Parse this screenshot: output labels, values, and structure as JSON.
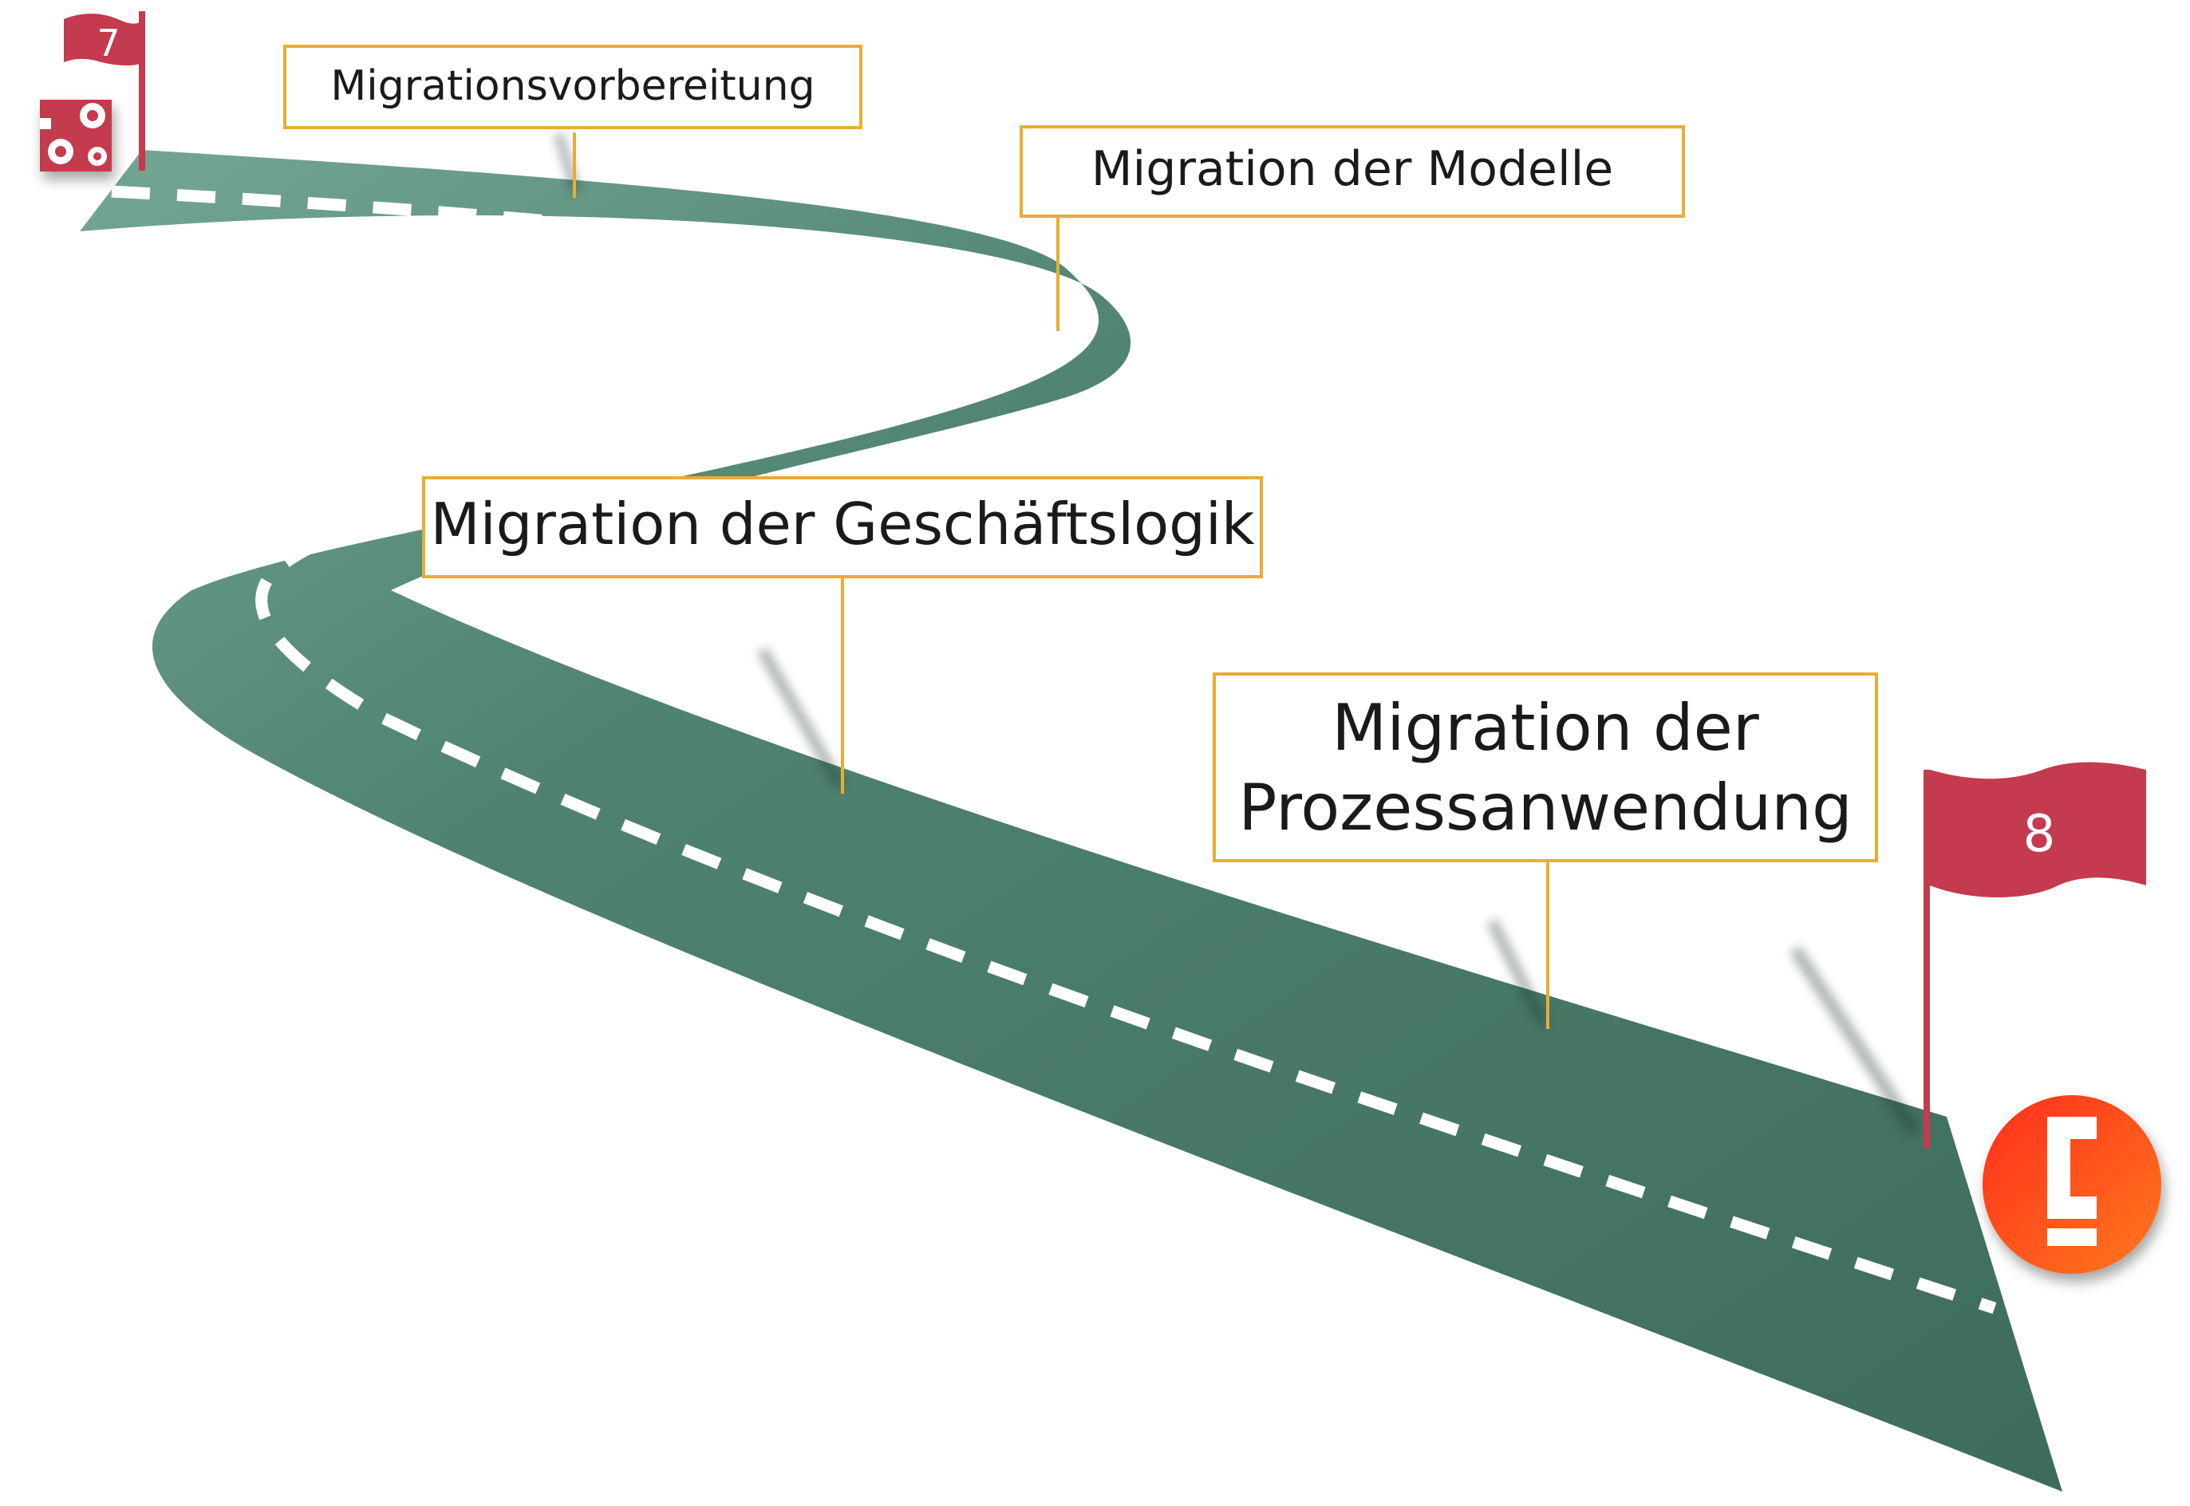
{
  "milestones": {
    "start_flag": "7",
    "end_flag": "8"
  },
  "steps": [
    {
      "label": "Migrationsvorbereitung"
    },
    {
      "label": "Migration der Modelle"
    },
    {
      "label": "Migration der Geschäftslogik"
    },
    {
      "label_line1": "Migration der",
      "label_line2": "Prozessanwendung"
    }
  ],
  "colors": {
    "road": "#477a68",
    "road_light": "#6fa08e",
    "road_markings": "#ffffff",
    "label_border": "#e8ad35",
    "flag": "#c43a4e",
    "brand_badge": "#ff4a1a"
  },
  "icons": {
    "start_icon": "gears-icon",
    "brand_logo": "c-logo-icon"
  }
}
